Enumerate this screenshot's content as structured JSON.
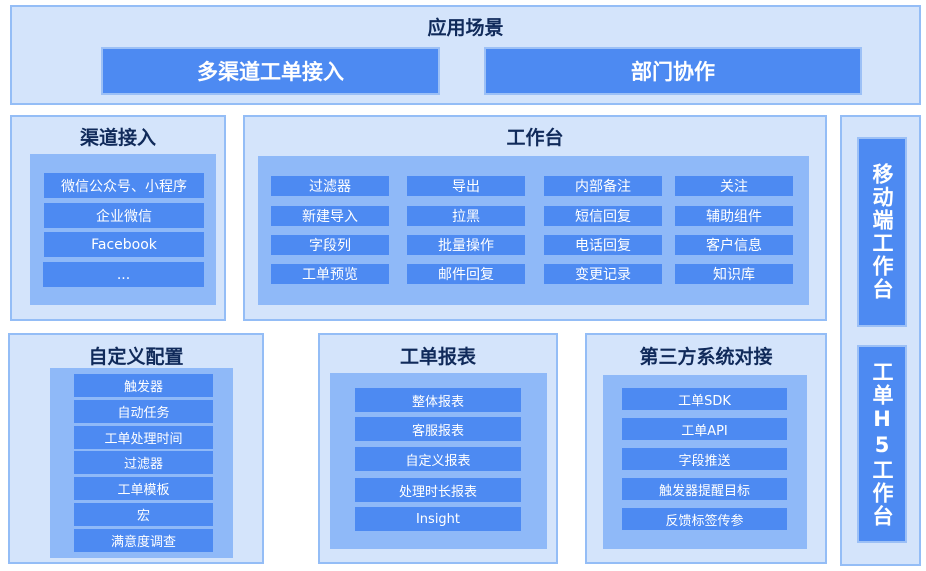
{
  "scenarios": {
    "title": "应用场景",
    "items": [
      "多渠道工单接入",
      "部门协作"
    ]
  },
  "channels": {
    "title": "渠道接入",
    "items": [
      "微信公众号、小程序",
      "企业微信",
      "Facebook",
      "..."
    ]
  },
  "workbench": {
    "title": "工作台",
    "columns": [
      [
        "过滤器",
        "新建导入",
        "字段列",
        "工单预览"
      ],
      [
        "导出",
        "拉黑",
        "批量操作",
        "邮件回复"
      ],
      [
        "内部备注",
        "短信回复",
        "电话回复",
        "变更记录"
      ],
      [
        "关注",
        "辅助组件",
        "客户信息",
        "知识库"
      ]
    ]
  },
  "mobile": {
    "items": [
      "移动端工作台",
      "工单H5工作台"
    ]
  },
  "custom": {
    "title": "自定义配置",
    "items": [
      "触发器",
      "自动任务",
      "工单处理时间",
      "过滤器",
      "工单模板",
      "宏",
      "满意度调查"
    ]
  },
  "reports": {
    "title": "工单报表",
    "items": [
      "整体报表",
      "客服报表",
      "自定义报表",
      "处理时长报表",
      "Insight"
    ]
  },
  "thirdparty": {
    "title": "第三方系统对接",
    "items": [
      "工单SDK",
      "工单API",
      "字段推送",
      "触发器提醒目标",
      "反馈标签传参"
    ]
  },
  "colors": {
    "panel": "#d4e4fb",
    "inner": "#8fb9f8",
    "item": "#4d8af2",
    "title": "#102a5a"
  }
}
